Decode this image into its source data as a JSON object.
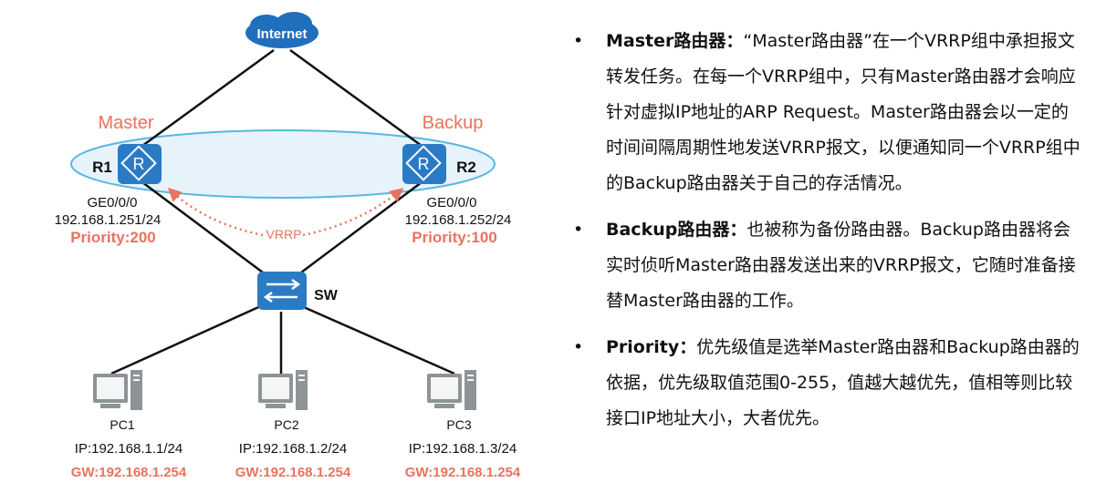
{
  "diagram": {
    "internet": "Internet",
    "r1": {
      "role": "Master",
      "name": "R1",
      "iface": "GE0/0/0",
      "ip": "192.168.1.251/24",
      "priority": "Priority:200"
    },
    "r2": {
      "role": "Backup",
      "name": "R2",
      "iface": "GE0/0/0",
      "ip": "192.168.1.252/24",
      "priority": "Priority:100"
    },
    "vrrp": "VRRP",
    "switch": "SW",
    "pcs": [
      {
        "name": "PC1",
        "ip": "IP:192.168.1.1/24",
        "gw": "GW:192.168.1.254"
      },
      {
        "name": "PC2",
        "ip": "IP:192.168.1.2/24",
        "gw": "GW:192.168.1.254"
      },
      {
        "name": "PC3",
        "ip": "IP:192.168.1.3/24",
        "gw": "GW:192.168.1.254"
      }
    ]
  },
  "notes": {
    "bullet": "•",
    "items": [
      {
        "term": "Master路由器：",
        "text": "“Master路由器”在一个VRRP组中承担报文转发任务。在每一个VRRP组中，只有Master路由器才会响应针对虚拟IP地址的ARP Request。Master路由器会以一定的时间间隔周期性地发送VRRP报文，以便通知同一个VRRP组中的Backup路由器关于自己的存活情况。"
      },
      {
        "term": "Backup路由器：",
        "text": "也被称为备份路由器。Backup路由器将会实时侦听Master路由器发送出来的VRRP报文，它随时准备接替Master路由器的工作。"
      },
      {
        "term": "Priority：",
        "text": "优先级值是选举Master路由器和Backup路由器的依据，优先级取值范围0-255，值越大越优先，值相等则比较接口IP地址大小，大者优先。"
      }
    ]
  },
  "colors": {
    "accent": "#e8735f",
    "router": "#2b7bc4",
    "ellipse_fill": "#e6f3fb",
    "ellipse_stroke": "#58b7e2"
  }
}
